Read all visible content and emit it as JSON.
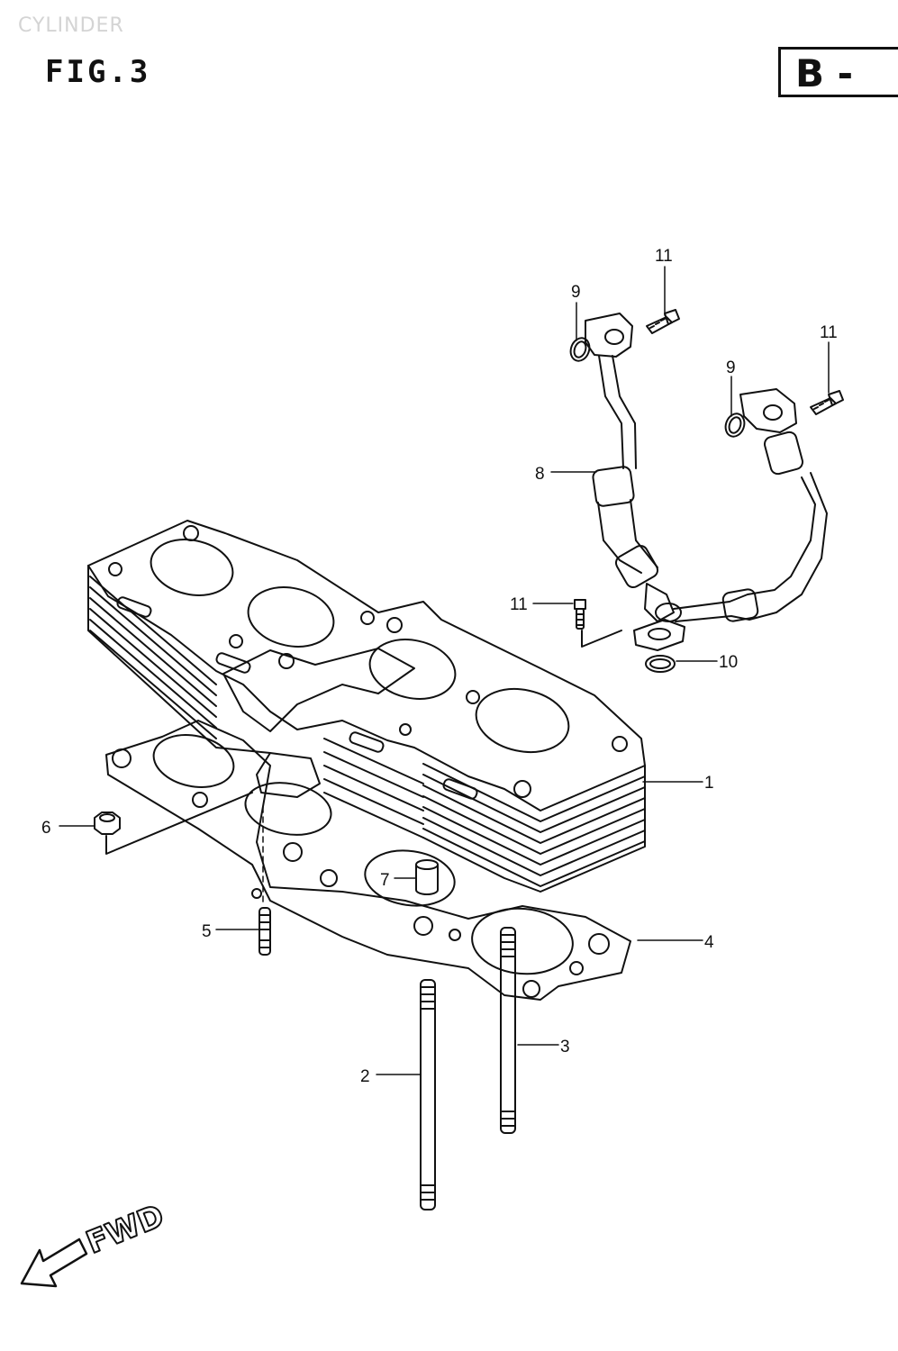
{
  "watermark": "CYLINDER",
  "figure_title": "FIG.3",
  "section_code": "B -",
  "direction_label": "FWD",
  "callouts": [
    {
      "id": "callout-1",
      "label": "1"
    },
    {
      "id": "callout-2",
      "label": "2"
    },
    {
      "id": "callout-3",
      "label": "3"
    },
    {
      "id": "callout-4",
      "label": "4"
    },
    {
      "id": "callout-5",
      "label": "5"
    },
    {
      "id": "callout-6",
      "label": "6"
    },
    {
      "id": "callout-7",
      "label": "7"
    },
    {
      "id": "callout-8",
      "label": "8"
    },
    {
      "id": "callout-9a",
      "label": "9"
    },
    {
      "id": "callout-9b",
      "label": "9"
    },
    {
      "id": "callout-10",
      "label": "10"
    },
    {
      "id": "callout-11a",
      "label": "11"
    },
    {
      "id": "callout-11b",
      "label": "11"
    },
    {
      "id": "callout-11c",
      "label": "11"
    }
  ]
}
